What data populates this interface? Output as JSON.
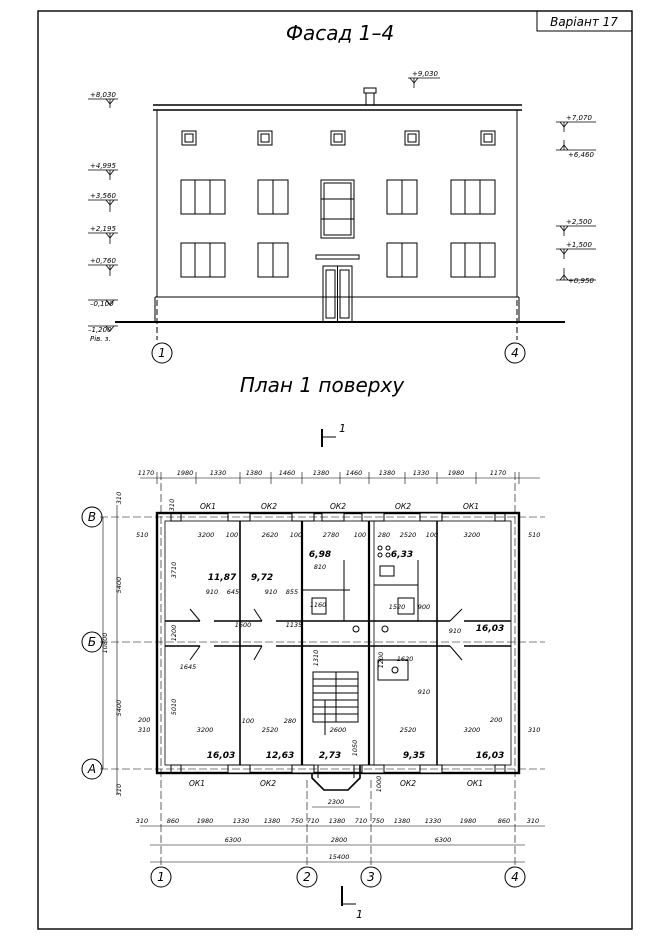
{
  "variant": "Варіант 17",
  "facade": {
    "title": "Фасад 1–4",
    "levels_left": [
      "+8,030",
      "+4,995",
      "+3,560",
      "+2,195",
      "+0,760",
      "–0,100",
      "–1,200"
    ],
    "level_note": "Рів. з.",
    "level_top": "+9,030",
    "levels_right": [
      "+7,070",
      "+6,460",
      "+2,500",
      "+1,500",
      "+0,950"
    ],
    "axes": [
      "1",
      "4"
    ]
  },
  "plan": {
    "title": "План 1 поверху",
    "section_mark": "1",
    "axes_rows": [
      "В",
      "Б",
      "А"
    ],
    "axes_cols": [
      "1",
      "2",
      "3",
      "4"
    ],
    "top_dims": [
      "1170",
      "1980",
      "1330",
      "1380",
      "1460",
      "1380",
      "1460",
      "1380",
      "1330",
      "1980",
      "1170"
    ],
    "bottom_dims": [
      "310",
      "860",
      "1980",
      "1330",
      "1380",
      "750",
      "710",
      "1380",
      "710",
      "750",
      "1380",
      "1330",
      "1980",
      "860",
      "310"
    ],
    "bottom_totals": [
      "6300",
      "2800",
      "6300"
    ],
    "overall": "15400",
    "stair_width": "2300",
    "left_dims": [
      "5400",
      "10800",
      "5400"
    ],
    "small_dims": [
      "310",
      "510",
      "200",
      "310",
      "200",
      "310",
      "310",
      "510",
      "310"
    ],
    "windows_top": [
      "ОК1",
      "ОК2",
      "ОК2",
      "ОК2",
      "ОК1"
    ],
    "windows_bottom": [
      "ОК1",
      "ОК2",
      "ОК2",
      "ОК1"
    ],
    "rooms": [
      "11,87",
      "9,72",
      "6,98",
      "6,33",
      "16,03",
      "16,03",
      "12,63",
      "2,73",
      "9,35",
      "16,03"
    ],
    "inner_dims": [
      "3200",
      "100",
      "2620",
      "100",
      "2780",
      "100",
      "280",
      "2520",
      "100",
      "3200",
      "3710",
      "910",
      "645",
      "910",
      "855",
      "810",
      "1160",
      "1520",
      "900",
      "1200",
      "1600",
      "1135",
      "1620",
      "1645",
      "5010",
      "3200",
      "2520",
      "2600",
      "2520",
      "3200",
      "100",
      "280",
      "1050",
      "1000",
      "1310",
      "910",
      "1200",
      "910"
    ]
  }
}
